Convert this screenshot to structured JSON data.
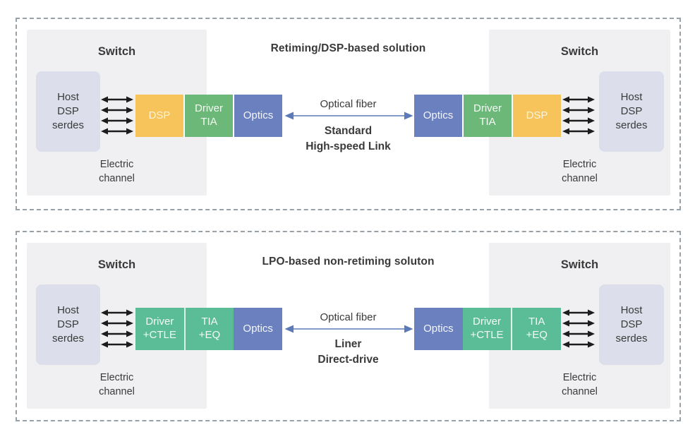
{
  "colors": {
    "orange": "#F6C45A",
    "green": "#6CB878",
    "teal": "#5BBD97",
    "blue": "#6B80BE",
    "switch_bg": "#F0F0F2",
    "host_bg": "#DCDFEB",
    "dash": "#98A0A8",
    "text_dark": "#3A3A3A",
    "fiber_arrow": "#5C7AB8",
    "arrow_black": "#1C1C1C"
  },
  "diagram": {
    "panels": [
      {
        "title": "Retiming/DSP-based solution",
        "left": {
          "switch_label": "Switch",
          "host_label": "Host\nDSP\nserdes",
          "channel_label": "Electric\nchannel"
        },
        "right": {
          "switch_label": "Switch",
          "host_label": "Host\nDSP\nserdes",
          "channel_label": "Electric\nchannel"
        },
        "left_modules": [
          {
            "label": "DSP"
          },
          {
            "label": "Driver\nTIA"
          },
          {
            "label": "Optics"
          }
        ],
        "right_modules": [
          {
            "label": "Optics"
          },
          {
            "label": "Driver\nTIA"
          },
          {
            "label": "DSP"
          }
        ],
        "fiber_label": "Optical fiber",
        "link_label": "Standard\nHigh-speed Link"
      },
      {
        "title": "LPO-based non-retiming soluton",
        "left": {
          "switch_label": "Switch",
          "host_label": "Host\nDSP\nserdes",
          "channel_label": "Electric\nchannel"
        },
        "right": {
          "switch_label": "Switch",
          "host_label": "Host\nDSP\nserdes",
          "channel_label": "Electric\nchannel"
        },
        "left_modules": [
          {
            "label": "Driver\n+CTLE"
          },
          {
            "label": "TIA\n+EQ"
          },
          {
            "label": "Optics"
          }
        ],
        "right_modules": [
          {
            "label": "Optics"
          },
          {
            "label": "Driver\n+CTLE"
          },
          {
            "label": "TIA\n+EQ"
          }
        ],
        "fiber_label": "Optical fiber",
        "link_label": "Liner\nDirect-drive"
      }
    ]
  }
}
